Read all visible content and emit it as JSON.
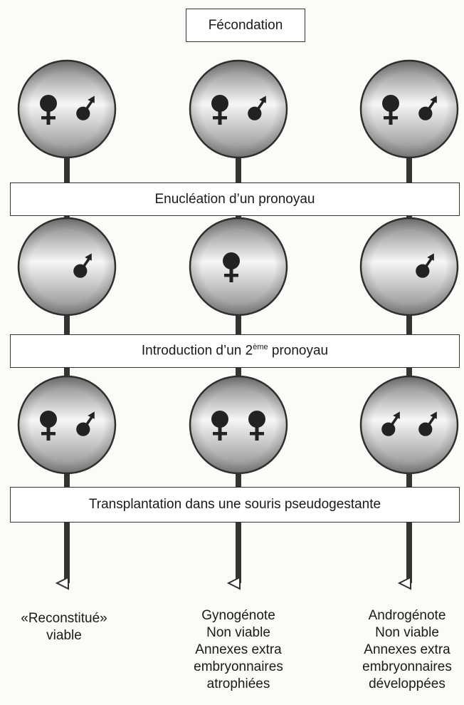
{
  "title": "Fécondation",
  "steps": {
    "enucleation": "Enucléation d’un pronoyau",
    "introduction": {
      "before": "Introduction d’un 2",
      "superscript": "ème",
      "after": " pronoyau"
    },
    "transplantation": "Transplantation dans une souris pseudogestante"
  },
  "stages": [
    {
      "name": "fertilized",
      "cells": [
        [
          "female",
          "male"
        ],
        [
          "female",
          "male"
        ],
        [
          "female",
          "male"
        ]
      ]
    },
    {
      "name": "enucleated",
      "cells": [
        [
          "male"
        ],
        [
          "female"
        ],
        [
          "male"
        ]
      ]
    },
    {
      "name": "reconstituted",
      "cells": [
        [
          "female",
          "male"
        ],
        [
          "female",
          "female"
        ],
        [
          "male",
          "male"
        ]
      ]
    }
  ],
  "outcomes": [
    {
      "lines": [
        "«Reconstitué»",
        "viable"
      ]
    },
    {
      "lines": [
        "Gynogénote",
        "Non viable",
        "Annexes extra",
        "embryonnaires",
        "atrophiées"
      ]
    },
    {
      "lines": [
        "Androgénote",
        "Non viable",
        "Annexes extra",
        "embryonnaires",
        "développées"
      ]
    }
  ],
  "colors": {
    "line": "#333333",
    "symbol": "#222222",
    "cell_light": "#f4f4f4",
    "cell_dark": "#8c8c8c"
  }
}
